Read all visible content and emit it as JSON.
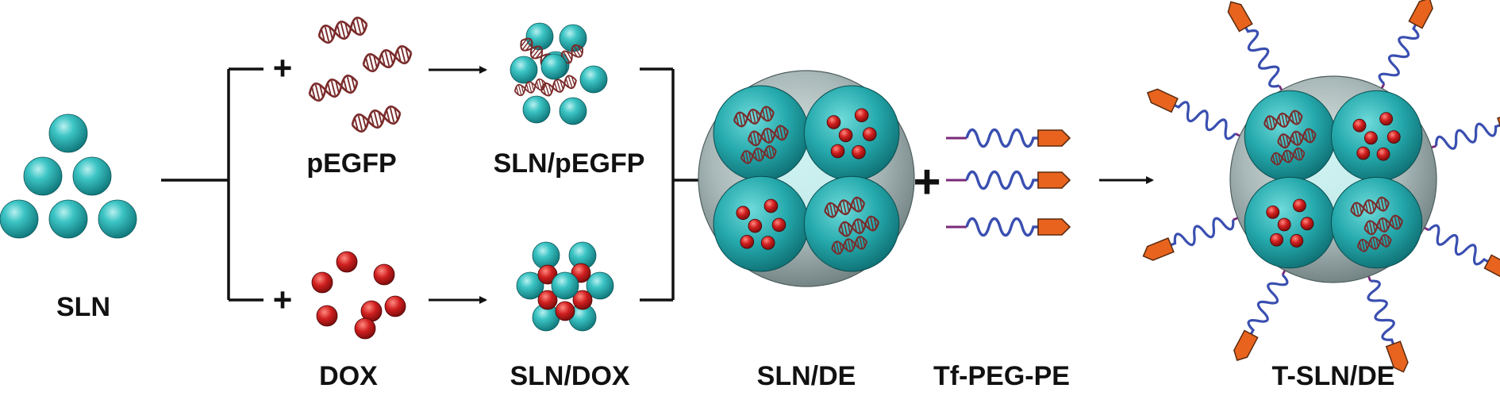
{
  "labels": {
    "sln": "SLN",
    "pegfp": "pEGFP",
    "sln_pegfp": "SLN/pEGFP",
    "dox": "DOX",
    "sln_dox": "SLN/DOX",
    "sln_de": "SLN/DE",
    "tf_peg_pe": "Tf-PEG-PE",
    "t_sln_de": "T-SLN/DE"
  },
  "symbols": {
    "plus": "+"
  },
  "colors": {
    "sln_particle": "#2fb3b3",
    "dox_particle": "#cc1a1a",
    "dna": "#7a2a2a",
    "peg_chain": "#3a4fb0",
    "tf_ligand": "#e8641e",
    "pe_anchor": "#7a2a7a",
    "shell": "#8a9c9c",
    "lines": "#111111"
  },
  "icons": [
    "sln-particle-icon",
    "dna-helix-icon",
    "dox-particle-icon",
    "peg-chain-icon",
    "transferrin-ligand-icon",
    "reaction-arrow-icon"
  ]
}
